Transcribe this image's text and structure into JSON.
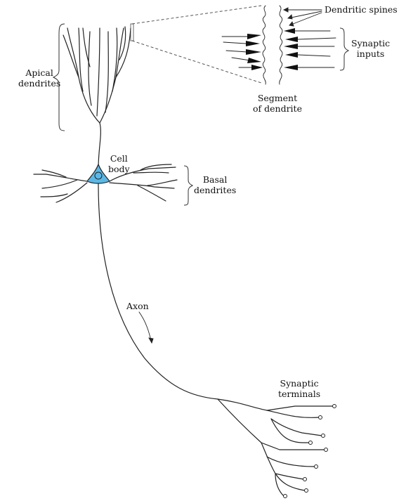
{
  "labels": {
    "dendritic_spines": "Dendritic spines",
    "synaptic_inputs_1": "Synaptic",
    "synaptic_inputs_2": "inputs",
    "apical_1": "Apical",
    "apical_2": "dendrites",
    "segment_1": "Segment",
    "segment_2": "of dendrite",
    "cell_body_1": "Cell",
    "cell_body_2": "body",
    "basal_1": "Basal",
    "basal_2": "dendrites",
    "axon": "Axon",
    "terminals_1": "Synaptic",
    "terminals_2": "terminals"
  },
  "colors": {
    "soma_fill": "#5bb8e6",
    "stroke": "#222222"
  }
}
